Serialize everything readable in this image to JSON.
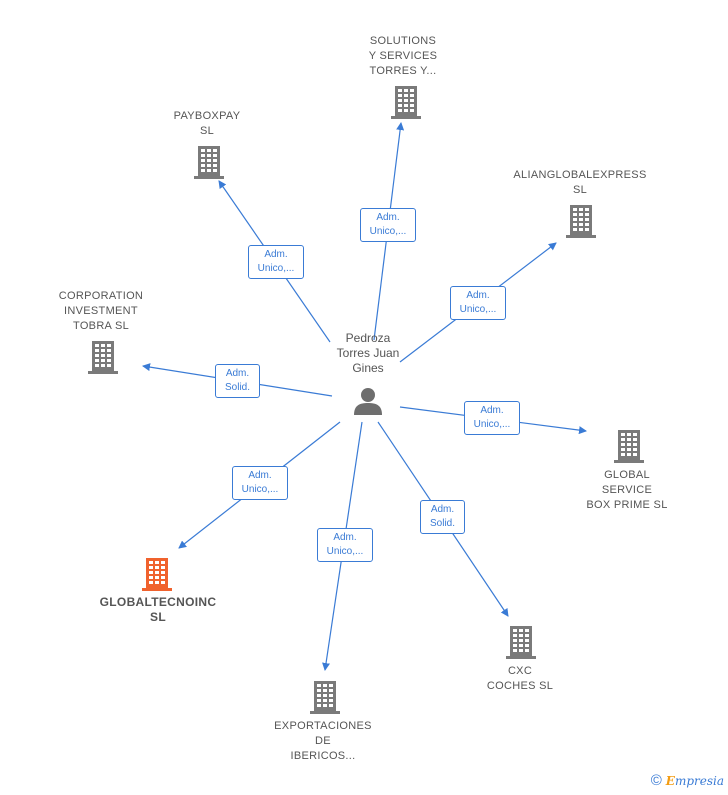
{
  "center": {
    "name": "Pedroza\nTorres Juan\nGines"
  },
  "nodes": [
    {
      "id": "solutions",
      "name": "SOLUTIONS\nY SERVICES\nTORRES Y...",
      "edge": "Adm.\nUnico,...",
      "highlight": false
    },
    {
      "id": "payboxpay",
      "name": "PAYBOXPAY\nSL",
      "edge": "Adm.\nUnico,...",
      "highlight": false
    },
    {
      "id": "alianglobal",
      "name": "ALIANGLOBALEXPRESS\nSL",
      "edge": "Adm.\nUnico,...",
      "highlight": false
    },
    {
      "id": "corporation",
      "name": "CORPORATION\nINVESTMENT\nTOBRA  SL",
      "edge": "Adm.\nSolid.",
      "highlight": false
    },
    {
      "id": "globalservice",
      "name": "GLOBAL\nSERVICE\nBOX PRIME  SL",
      "edge": "Adm.\nUnico,...",
      "highlight": false
    },
    {
      "id": "globaltecno",
      "name": "GLOBALTECNOINC\nSL",
      "edge": "Adm.\nUnico,...",
      "highlight": true
    },
    {
      "id": "exportaciones",
      "name": "EXPORTACIONES\nDE\nIBERICOS...",
      "edge": "Adm.\nUnico,...",
      "highlight": false
    },
    {
      "id": "cxc",
      "name": "CXC\nCOCHES  SL",
      "edge": "Adm.\nSolid.",
      "highlight": false
    }
  ],
  "colors": {
    "edge": "#3a7bd5",
    "company": "#7a7a7a",
    "highlight": "#f0622d",
    "person": "#6e6e6e"
  },
  "footer": {
    "copyright": "©",
    "brand_initial": "E",
    "brand_rest": "mpresia"
  }
}
